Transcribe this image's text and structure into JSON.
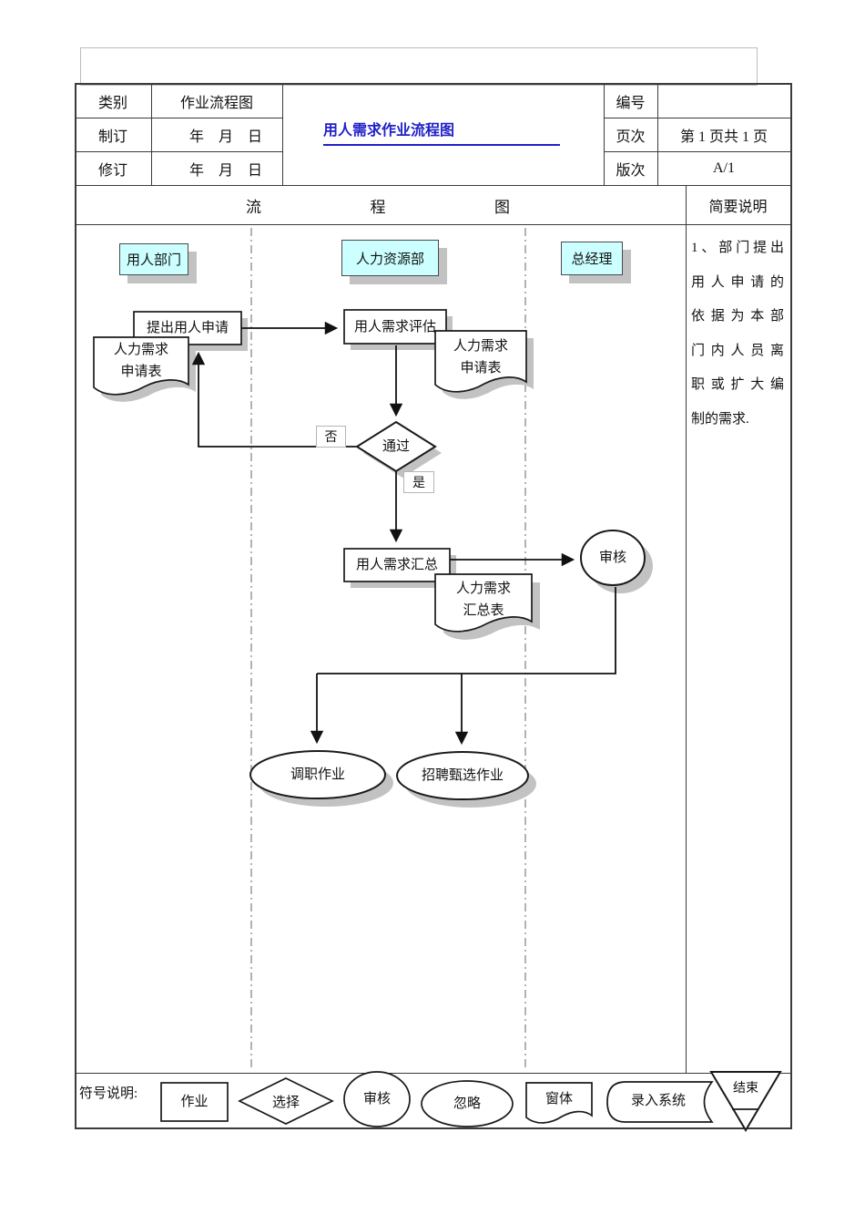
{
  "header": {
    "rows": [
      {
        "label": "类别",
        "value": "作业流程图"
      },
      {
        "label": "制订",
        "value": "年　月　日"
      },
      {
        "label": "修订",
        "value": "年　月　日"
      }
    ],
    "title": "用人需求作业流程图",
    "meta": [
      {
        "label": "编号",
        "value": ""
      },
      {
        "label": "页次",
        "value": "第 1 页共 1 页"
      },
      {
        "label": "版次",
        "value": "A/1"
      }
    ]
  },
  "section": {
    "flow_header_chars": [
      "流",
      "程",
      "图"
    ],
    "note_header": "简要说明"
  },
  "lanes": [
    {
      "label": "用人部门"
    },
    {
      "label": "人力资源部"
    },
    {
      "label": "总经理"
    }
  ],
  "flow": {
    "step_request": "提出用人申请",
    "doc_request_l1": "人力需求",
    "doc_request_l2": "申请表",
    "step_evaluate": "用人需求评估",
    "decision": "通过",
    "decision_no": "否",
    "decision_yes": "是",
    "step_summary": "用人需求汇总",
    "doc_summary_l1": "人力需求",
    "doc_summary_l2": "汇总表",
    "review": "审核",
    "end_transfer": "调职作业",
    "end_recruit": "招聘甄选作业"
  },
  "notes": {
    "lines": [
      "1、部门提出",
      "用人申请的",
      "依据为本部",
      "门内人员离",
      "职或扩大编",
      "制的需求."
    ]
  },
  "legend": {
    "title": "符号说明:",
    "process": "作业",
    "decision": "选择",
    "review": "审核",
    "ignore": "忽略",
    "form": "窗体",
    "input": "录入系统",
    "end": "结束"
  },
  "colors": {
    "title_blue": "#2121c8",
    "lane_fill": "#ccffff",
    "shadow_gray": "#c2c2c2"
  }
}
